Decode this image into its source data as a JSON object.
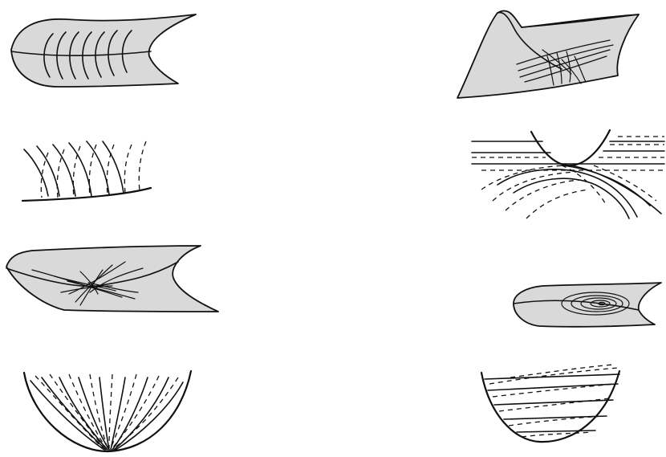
{
  "figure": {
    "panels": [
      {
        "id": "left-1",
        "kind": "shaded-surface-herringbone"
      },
      {
        "id": "left-2",
        "kind": "curve-family-over-baseline"
      },
      {
        "id": "left-3",
        "kind": "shaded-surface-crossing-curves"
      },
      {
        "id": "left-4",
        "kind": "parabola-with-converging-curves"
      },
      {
        "id": "right-1",
        "kind": "folded-shaded-surface"
      },
      {
        "id": "right-2",
        "kind": "trough-with-horizontal-and-arc-curves"
      },
      {
        "id": "right-3",
        "kind": "shaded-surface-spiral"
      },
      {
        "id": "right-4",
        "kind": "parabola-with-layered-lines"
      }
    ],
    "colors": {
      "stroke": "#111111",
      "fill": "#d9d9d9",
      "background": "#ffffff"
    }
  }
}
